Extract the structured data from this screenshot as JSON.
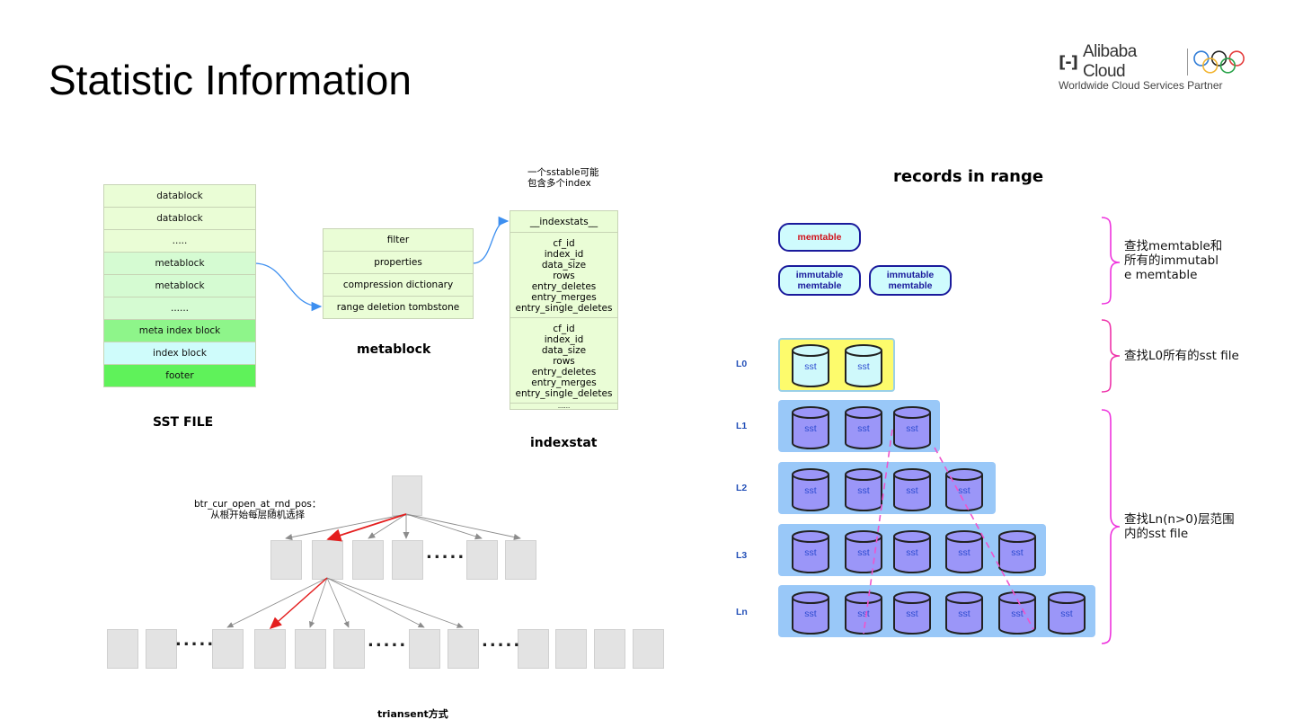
{
  "slide": {
    "title": "Statistic Information",
    "logo": {
      "mark": "[-]",
      "brand": "Alibaba Cloud",
      "tagline": "Worldwide Cloud Services Partner",
      "rings_colors": [
        "#2e7bd6",
        "#222222",
        "#e43b3b",
        "#f2b531",
        "#2aa34a"
      ]
    }
  },
  "sst_file": {
    "caption": "SST FILE",
    "rows": [
      {
        "label": "datablock",
        "kind": "data"
      },
      {
        "label": "datablock",
        "kind": "data"
      },
      {
        "label": ".....",
        "kind": "data"
      },
      {
        "label": "metablock",
        "kind": "meta"
      },
      {
        "label": "metablock",
        "kind": "meta"
      },
      {
        "label": "......",
        "kind": "meta"
      },
      {
        "label": "meta index block",
        "kind": "metaidx"
      },
      {
        "label": "index block",
        "kind": "idx"
      },
      {
        "label": "footer",
        "kind": "foot"
      }
    ]
  },
  "metablock": {
    "caption": "metablock",
    "rows": [
      "filter",
      "properties",
      "compression dictionary",
      "range deletion tombstone"
    ]
  },
  "indexstat": {
    "caption": "indexstat",
    "note_line1": "一个sstable可能",
    "note_line2": "包含多个index",
    "header": "__indexstats__",
    "fields": [
      "cf_id",
      "index_id",
      "data_size",
      "rows",
      "entry_deletes",
      "entry_merges",
      "entry_single_deletes"
    ],
    "more": "......"
  },
  "btree": {
    "note_line1": "btr_cur_open_at_rnd_pos：",
    "note_line2": "从根开始每层随机选择",
    "caption": "triansent方式",
    "ellipsis": "....."
  },
  "records_in_range": {
    "title": "records in range",
    "memtable": "memtable",
    "immutable": [
      "immutable\nmemtable",
      "immutable\nmemtable"
    ],
    "immutable_line1": "immutable",
    "immutable_line2": "memtable",
    "levels": [
      {
        "label": "L0",
        "count": 2
      },
      {
        "label": "L1",
        "count": 3
      },
      {
        "label": "L2",
        "count": 4
      },
      {
        "label": "L3",
        "count": 5
      },
      {
        "label": "Ln",
        "count": 6
      }
    ],
    "sst_label": "sst",
    "braces": [
      {
        "lines": [
          "查找memtable和",
          "所有的immutabl",
          "e memtable"
        ]
      },
      {
        "lines": [
          "查找L0所有的sst file"
        ]
      },
      {
        "lines": [
          "查找Ln(n>0)层范围",
          "内的sst file"
        ]
      }
    ],
    "colors": {
      "memtable_text": "#d0101a",
      "immutable_text": "#1a1a9c",
      "level_bg": "#99c8f8",
      "l0_bg": "#fdfb6c",
      "sst_fill": "#9b96f8",
      "sst_l0_fill": "#cff9fb",
      "brace": "#ee33dd",
      "range_line": "#ee55cc"
    }
  }
}
